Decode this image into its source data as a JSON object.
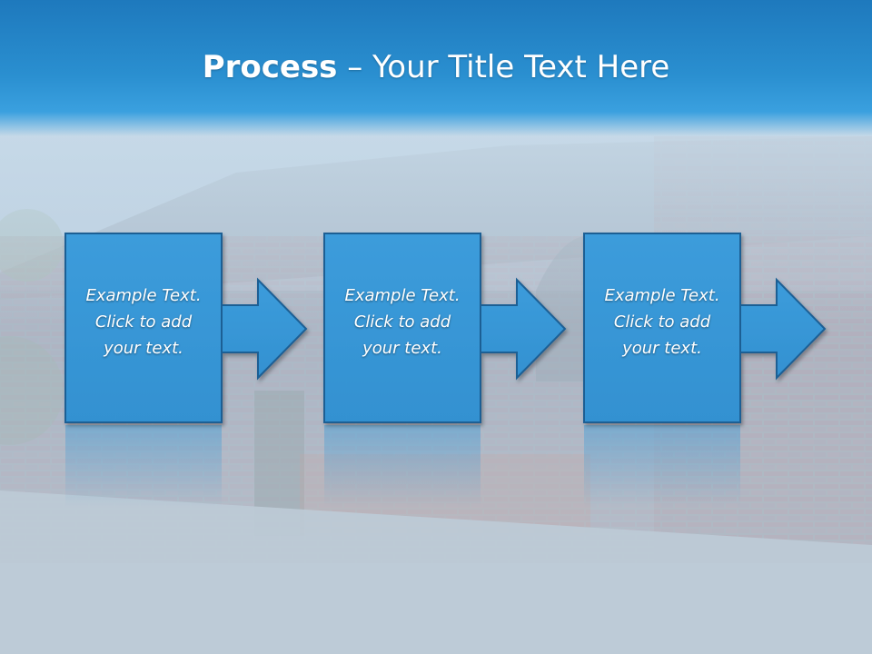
{
  "slide": {
    "title_bold": "Process",
    "title_rest": " – Your Title Text Here"
  },
  "steps": [
    {
      "text_line1": "Example Text.",
      "text_line2": "Click  to add",
      "text_line3": "your text."
    },
    {
      "text_line1": "Example Text.",
      "text_line2": "Click  to add",
      "text_line3": "your text."
    },
    {
      "text_line1": "Example Text.",
      "text_line2": "Click  to add",
      "text_line3": "your text."
    }
  ],
  "colors": {
    "header": "#2a8fd0",
    "box_fill": "#3a9ad8",
    "box_stroke": "#1f5f94",
    "text": "#ffffff"
  }
}
